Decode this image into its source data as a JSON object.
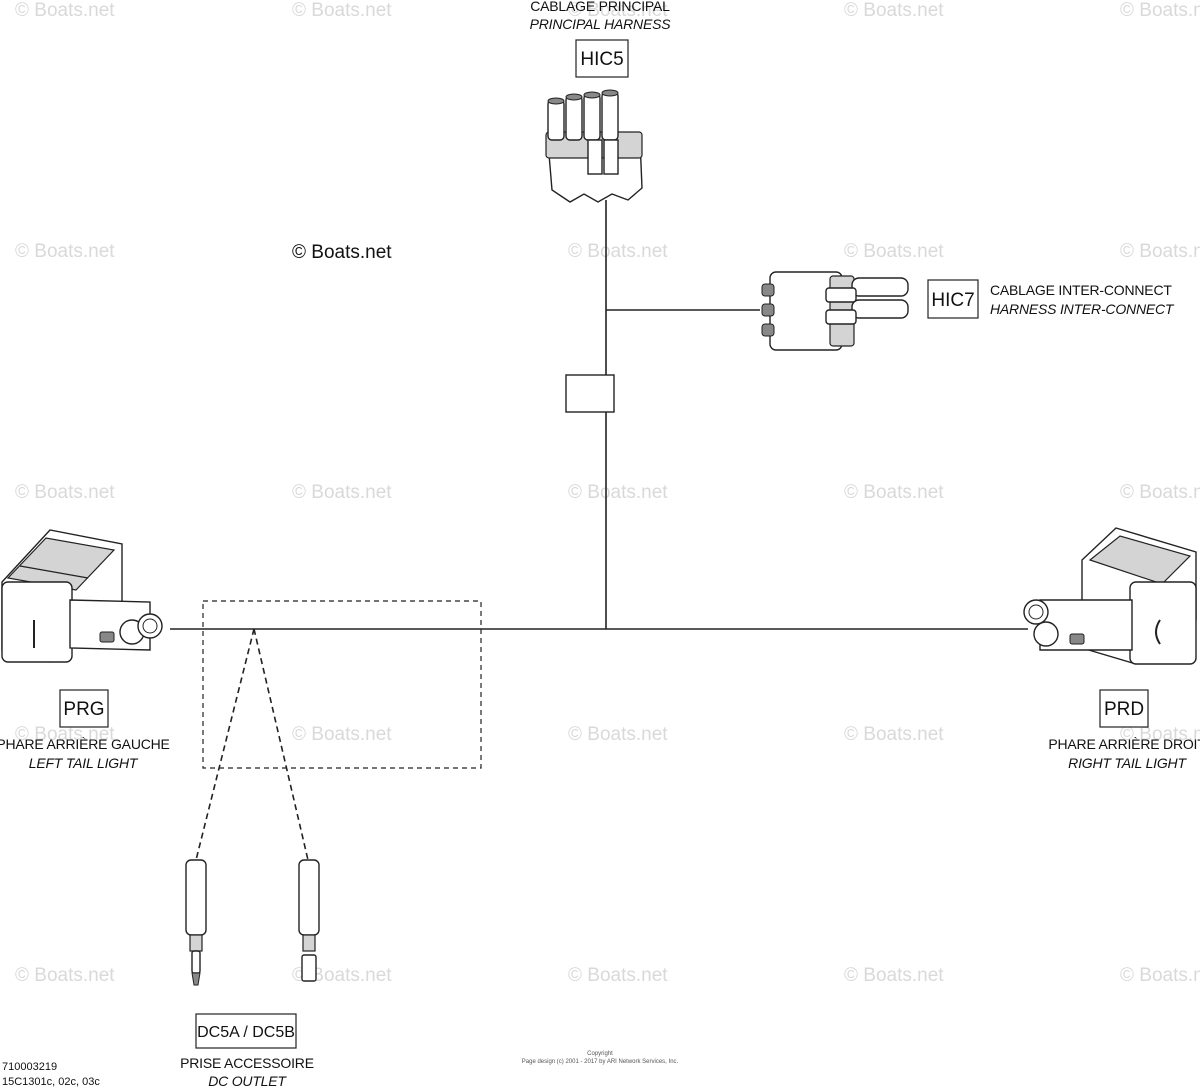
{
  "watermark": "© Boats.net",
  "main_watermark": "© Boats.net",
  "connectors": {
    "hic5": {
      "code": "HIC5",
      "name_fr": "CABLAGE PRINCIPAL",
      "name_en": "PRINCIPAL HARNESS"
    },
    "hic7": {
      "code": "HIC7",
      "name_fr": "CABLAGE INTER-CONNECT",
      "name_en": "HARNESS INTER-CONNECT"
    },
    "prg": {
      "code": "PRG",
      "name_fr": "PHARE ARRIÈRE GAUCHE",
      "name_en": "LEFT TAIL LIGHT"
    },
    "prd": {
      "code": "PRD",
      "name_fr": "PHARE ARRIÈRE DROIT",
      "name_en": "RIGHT TAIL LIGHT"
    },
    "dc5": {
      "code": "DC5A / DC5B",
      "name_fr": "PRISE ACCESSOIRE",
      "name_en": "DC OUTLET"
    }
  },
  "footer": {
    "part_number": "710003219",
    "models": "15C1301c, 02c, 03c",
    "copyright_line1": "Copyright",
    "copyright_line2": "Page design (c) 2001 - 2017 by ARI Network Services, Inc."
  }
}
